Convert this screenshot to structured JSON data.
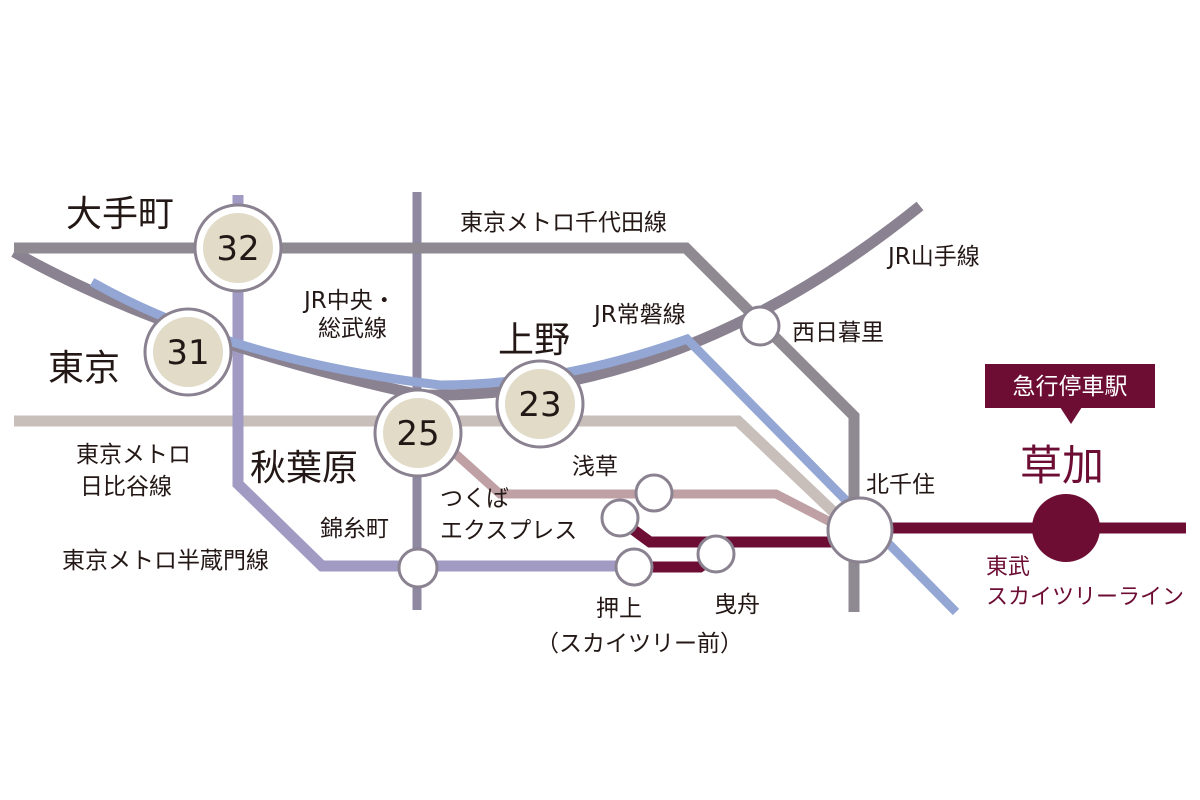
{
  "colors": {
    "marunouchi_tozai": "#8c8490",
    "chiyoda": "#8f8a92",
    "yamanote": "#93a6d4",
    "chuo_sobu": "#8e86a8",
    "hibiya": "#c8beba",
    "tsukuba": "#bfa1a5",
    "hanzomon": "#a19bc4",
    "tobu": "#6d0d34",
    "hub_fill": "#e1dbc8",
    "text": "#231815"
  },
  "lines": {
    "chiyoda": "東京メトロ千代田線",
    "yamanote": "JR山手線",
    "chuo_sobu": "JR中央・総武線",
    "joban": "JR常磐線",
    "hibiya": "東京メトロ日比谷線",
    "tsukuba": "つくばエクスプレス",
    "hanzomon": "東京メトロ半蔵門線",
    "tobu": "東武スカイツリーライン"
  },
  "label_lines": {
    "chuo_sobu": [
      "JR中央・",
      "総武線"
    ],
    "hibiya": [
      "東京メトロ",
      "日比谷線"
    ],
    "tsukuba": [
      "つくば",
      "エクスプレス"
    ],
    "tobu": [
      "東武",
      "スカイツリーライン"
    ]
  },
  "hubs": {
    "otemachi": {
      "name": "大手町",
      "minutes": "32"
    },
    "tokyo": {
      "name": "東京",
      "minutes": "31"
    },
    "akihabara": {
      "name": "秋葉原",
      "minutes": "25"
    },
    "ueno": {
      "name": "上野",
      "minutes": "23"
    }
  },
  "stations": {
    "nishinippori": "西日暮里",
    "kitasenju": "北千住",
    "asakusa": "浅草",
    "kinshicho": "錦糸町",
    "oshiage": "押上",
    "oshiage_sub": "（スカイツリー前）",
    "hikifune": "曳舟"
  },
  "destination": {
    "badge": "急行停車駅",
    "name": "草加"
  }
}
